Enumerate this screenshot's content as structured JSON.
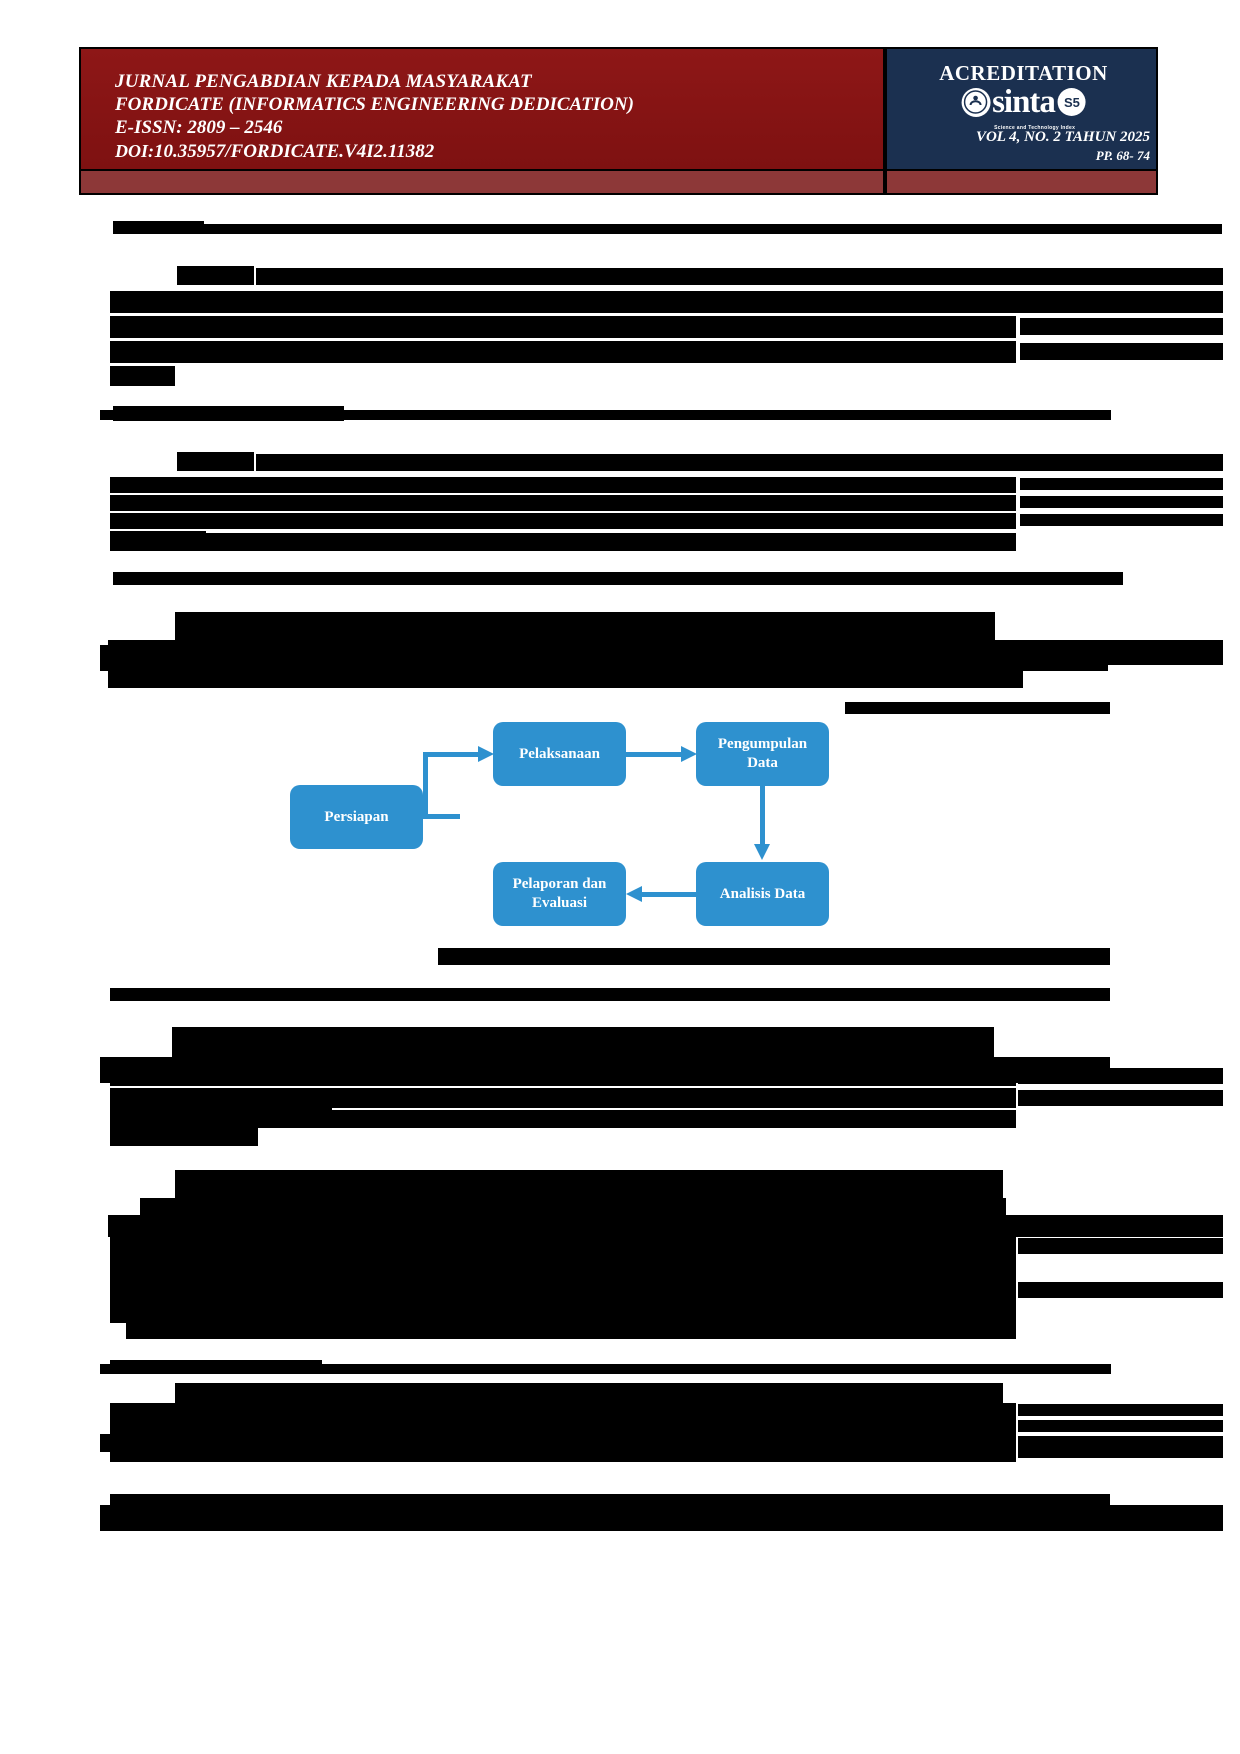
{
  "header": {
    "title_line1": "JURNAL PENGABDIAN KEPADA MASYARAKAT",
    "title_line2": "FORDICATE (INFORMATICS ENGINEERING DEDICATION)",
    "eissn": "E-ISSN: 2809 – 2546",
    "doi_label": "DOI:",
    "doi_value": "10.35957/FORDICATE.V4I2.11382",
    "accreditation_label": "ACREDITATION",
    "sinta_word": "sinta",
    "sinta_sub": "Science and Technology Index",
    "sinta_rank": "S5",
    "volume": "VOL 4, NO. 2 TAHUN 2025",
    "pages_prefix": "PP.",
    "pages": "68- 74"
  },
  "diagram": {
    "type": "flowchart",
    "nodes": [
      {
        "id": "persiapan",
        "label": "Persiapan"
      },
      {
        "id": "pelaksanaan",
        "label": "Pelaksanaan"
      },
      {
        "id": "pengumpulan-data",
        "label": "Pengumpulan Data"
      },
      {
        "id": "analisis-data",
        "label": "Analisis Data"
      },
      {
        "id": "pelaporan-evaluasi",
        "label": "Pelaporan dan\nEvaluasi"
      }
    ],
    "edges": [
      {
        "from": "persiapan",
        "to": "pelaksanaan"
      },
      {
        "from": "pelaksanaan",
        "to": "pengumpulan-data"
      },
      {
        "from": "pengumpulan-data",
        "to": "analisis-data"
      },
      {
        "from": "analisis-data",
        "to": "pelaporan-evaluasi"
      }
    ],
    "node_color": "#2e91cf",
    "arrow_color": "#2e91cf"
  },
  "body": {
    "note": "Body text is redacted in the source image and rendered as solid black bars."
  }
}
